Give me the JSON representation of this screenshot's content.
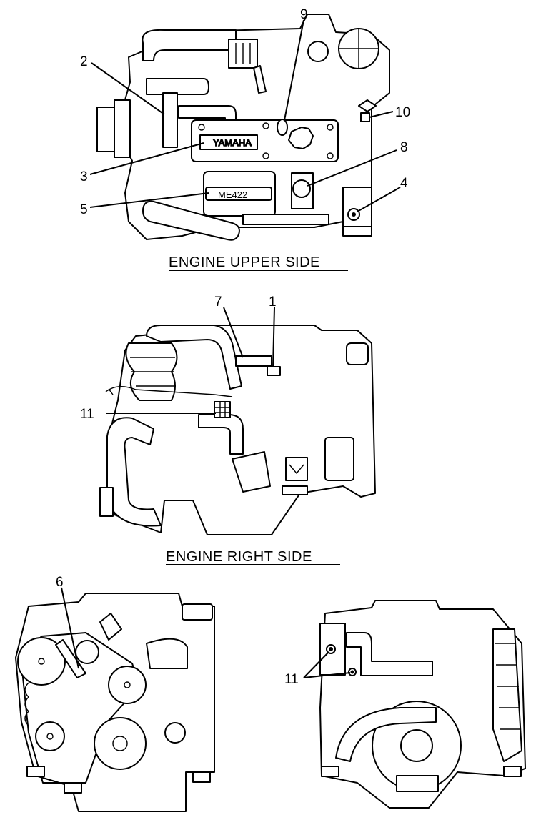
{
  "views": {
    "upper": {
      "caption": "ENGINE UPPER SIDE",
      "callouts": [
        "2",
        "9",
        "10",
        "8",
        "3",
        "4",
        "5"
      ],
      "nameplates": [
        "YAMAHA",
        "ME422"
      ]
    },
    "right": {
      "caption": "ENGINE RIGHT SIDE",
      "callouts": [
        "7",
        "1",
        "11"
      ]
    },
    "front": {
      "callouts": [
        "6"
      ]
    },
    "rear": {
      "callouts": [
        "11"
      ]
    }
  },
  "colors": {
    "ink": "#000000",
    "paper": "#ffffff"
  }
}
